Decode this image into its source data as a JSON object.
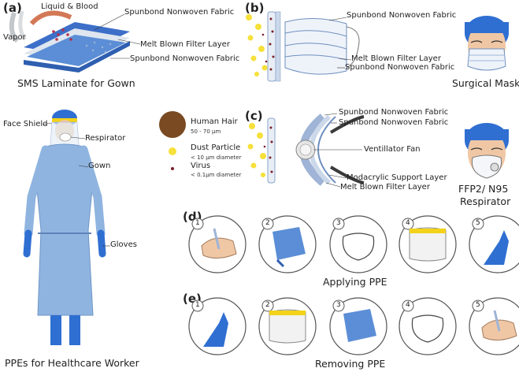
{
  "panels": {
    "a": {
      "letter": "(a)",
      "caption": "SMS Laminate for Gown",
      "labels": {
        "liquid_blood": "Liquid & Blood",
        "vapor": "Vapor",
        "spunbond_top": "Spunbond Nonwoven Fabric",
        "melt_blown": "Melt Blown Filter Layer",
        "spunbond_bottom": "Spunbond Nonwoven Fabric"
      }
    },
    "b": {
      "letter": "(b)",
      "caption": "Surgical Mask",
      "labels": {
        "spunbond_top": "Spunbond Nonwoven Fabric",
        "melt_blown": "Melt Blown Filter Layer",
        "spunbond_bottom": "Spunbond Nonwoven Fabric"
      }
    },
    "c": {
      "letter": "(c)",
      "caption_line1": "FFP2/ N95",
      "caption_line2": "Respirator",
      "labels": {
        "spunbond_1": "Spunbond Nonwoven Fabric",
        "spunbond_2": "Spunbond Nonwoven Fabric",
        "fan": "Ventillator Fan",
        "modacrylic": "Modacrylic Support Layer",
        "melt_blown": "Melt Blown Filter Layer"
      }
    },
    "worker": {
      "caption": "PPEs for Healthcare Worker",
      "labels": {
        "face_shield": "Face Shield",
        "respirator": "Respirator",
        "gown": "Gown",
        "gloves": "Gloves"
      }
    },
    "legend": {
      "items": [
        {
          "name": "Human Hair",
          "size": "50 - 70 μm"
        },
        {
          "name": "Dust Particle",
          "size": "< 10 μm diameter"
        },
        {
          "name": "Virus",
          "size": "< 0.1μm diameter"
        }
      ]
    },
    "d": {
      "letter": "(d)",
      "caption": "Applying PPE",
      "steps": [
        "1",
        "2",
        "3",
        "4",
        "5"
      ]
    },
    "e": {
      "letter": "(e)",
      "caption": "Removing PPE",
      "steps": [
        "1",
        "2",
        "3",
        "4",
        "5"
      ]
    }
  },
  "colors": {
    "blue_fabric": "#5b8ed6",
    "mask_blue": "#a9c4e8",
    "glove_blue": "#2f6fd1",
    "gown_blue": "#8fb4e0",
    "shield_yellow": "#f2d21a",
    "dust_yellow": "#f6e03a",
    "virus_maroon": "#7a1f2a",
    "hair_brown": "#7a4a22"
  }
}
